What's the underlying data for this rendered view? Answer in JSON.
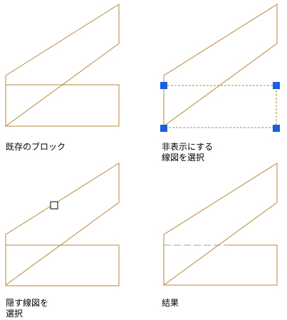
{
  "panels": [
    {
      "caption": "既存のブロック"
    },
    {
      "caption": "非表示にする\n線図を選択"
    },
    {
      "caption": "隠す線図を\n選択"
    },
    {
      "caption": "結果"
    }
  ],
  "colors": {
    "line": "#b8863b",
    "grip": "#1a5fe0",
    "hidden_line": "#a0a0a0",
    "text": "#000000"
  }
}
